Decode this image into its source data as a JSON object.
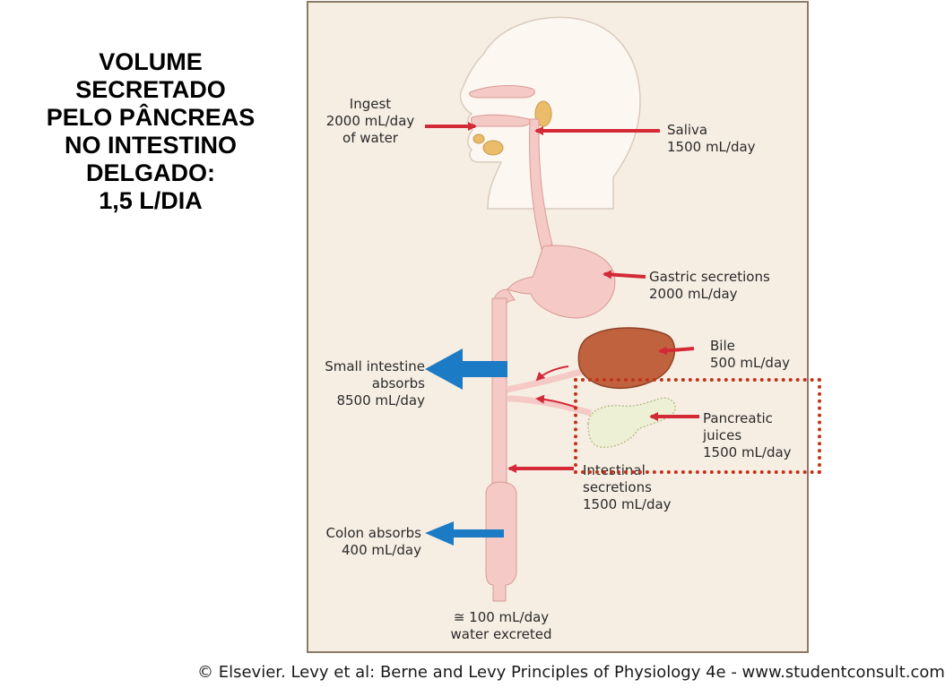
{
  "slide_title": {
    "line1": "VOLUME",
    "line2": "SECRETADO",
    "line3": "PELO PÂNCREAS",
    "line4": "NO INTESTINO",
    "line5": "DELGADO:",
    "line6": "1,5 L/DIA"
  },
  "diagram": {
    "ingest": {
      "line1": "Ingest",
      "line2": "2000 mL/day",
      "line3": "of water"
    },
    "saliva": {
      "line1": "Saliva",
      "line2": "1500 mL/day"
    },
    "gastric": {
      "line1": "Gastric secretions",
      "line2": "2000 mL/day"
    },
    "bile": {
      "line1": "Bile",
      "line2": "500 mL/day"
    },
    "pancreatic": {
      "line1": "Pancreatic",
      "line2": "juices",
      "line3": "1500 mL/day"
    },
    "intestinal": {
      "line1": "Intestinal",
      "line2": "secretions",
      "line3": "1500 mL/day"
    },
    "small_intestine": {
      "line1": "Small intestine",
      "line2": "absorbs",
      "line3": "8500 mL/day"
    },
    "colon": {
      "line1": "Colon absorbs",
      "line2": "400 mL/day"
    },
    "excreted": {
      "line1": "≅ 100 mL/day",
      "line2": "water excreted"
    }
  },
  "colors": {
    "secretion_arrow": "#d42a37",
    "absorption_arrow": "#1b7bc4",
    "gut_tract": "#f4c9c6",
    "liver": "#c0623e",
    "highlight": "#c1341a"
  },
  "footer": "© Elsevier. Levy et al: Berne and Levy Principles of Physiology 4e - www.studentconsult.com"
}
